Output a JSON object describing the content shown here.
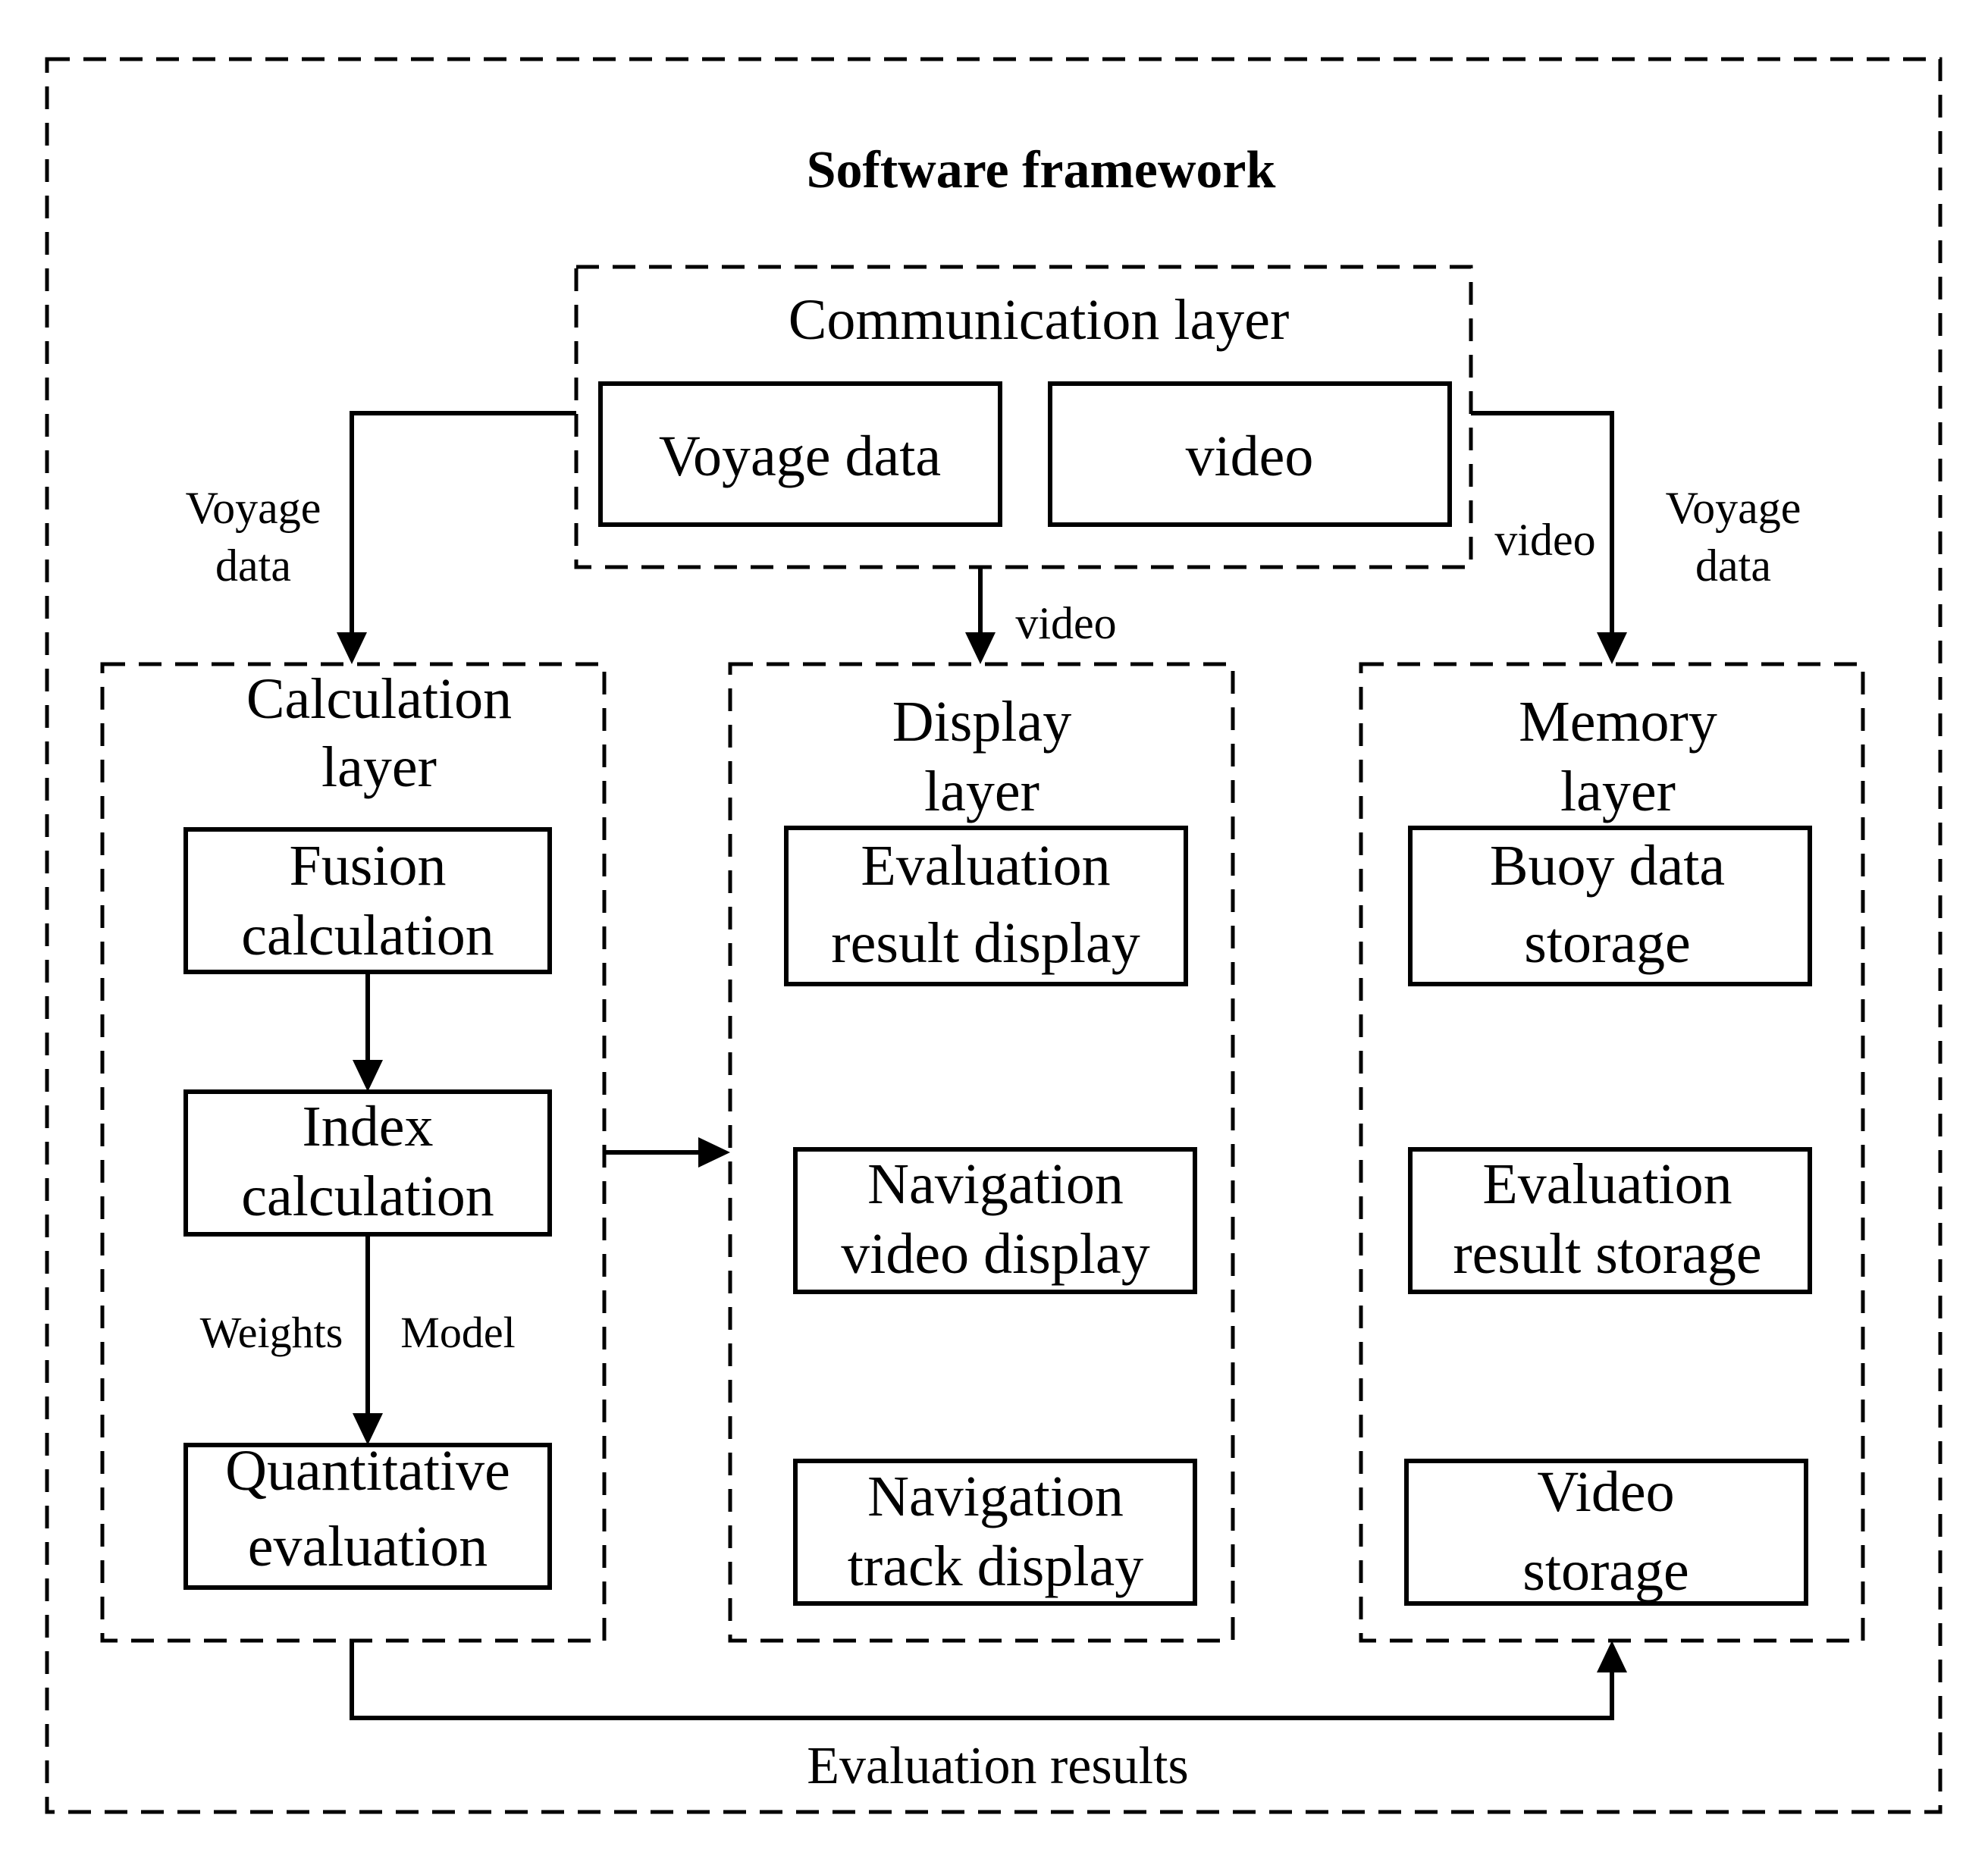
{
  "title": "Software framework",
  "communication_layer": {
    "label": "Communication layer",
    "items": [
      "Voyage data",
      "video"
    ]
  },
  "calculation_layer": {
    "label_line1": "Calculation",
    "label_line2": "layer",
    "items": [
      {
        "line1": "Fusion",
        "line2": "calculation"
      },
      {
        "line1": "Index",
        "line2": "calculation"
      },
      {
        "line1": "Quantitative",
        "line2": "evaluation"
      }
    ],
    "edge_labels": {
      "weights": "Weights",
      "model": "Model"
    }
  },
  "display_layer": {
    "label_line1": "Display",
    "label_line2": "layer",
    "items": [
      {
        "line1": "Evaluation",
        "line2": "result display"
      },
      {
        "line1": "Navigation",
        "line2": "video display"
      },
      {
        "line1": "Navigation",
        "line2": "track display"
      }
    ]
  },
  "memory_layer": {
    "label_line1": "Memory",
    "label_line2": "layer",
    "items": [
      {
        "line1": "Buoy data",
        "line2": "storage"
      },
      {
        "line1": "Evaluation",
        "line2": "result storage"
      },
      {
        "line1": "Video",
        "line2": "storage"
      }
    ]
  },
  "edges": {
    "to_calc_line1": "Voyage",
    "to_calc_line2": "data",
    "to_display": "video",
    "to_memory_video": "video",
    "to_memory_voyage_line1": "Voyage",
    "to_memory_voyage_line2": "data",
    "bottom": "Evaluation results"
  },
  "colors": {
    "stroke": "#000000",
    "background": "#ffffff"
  }
}
